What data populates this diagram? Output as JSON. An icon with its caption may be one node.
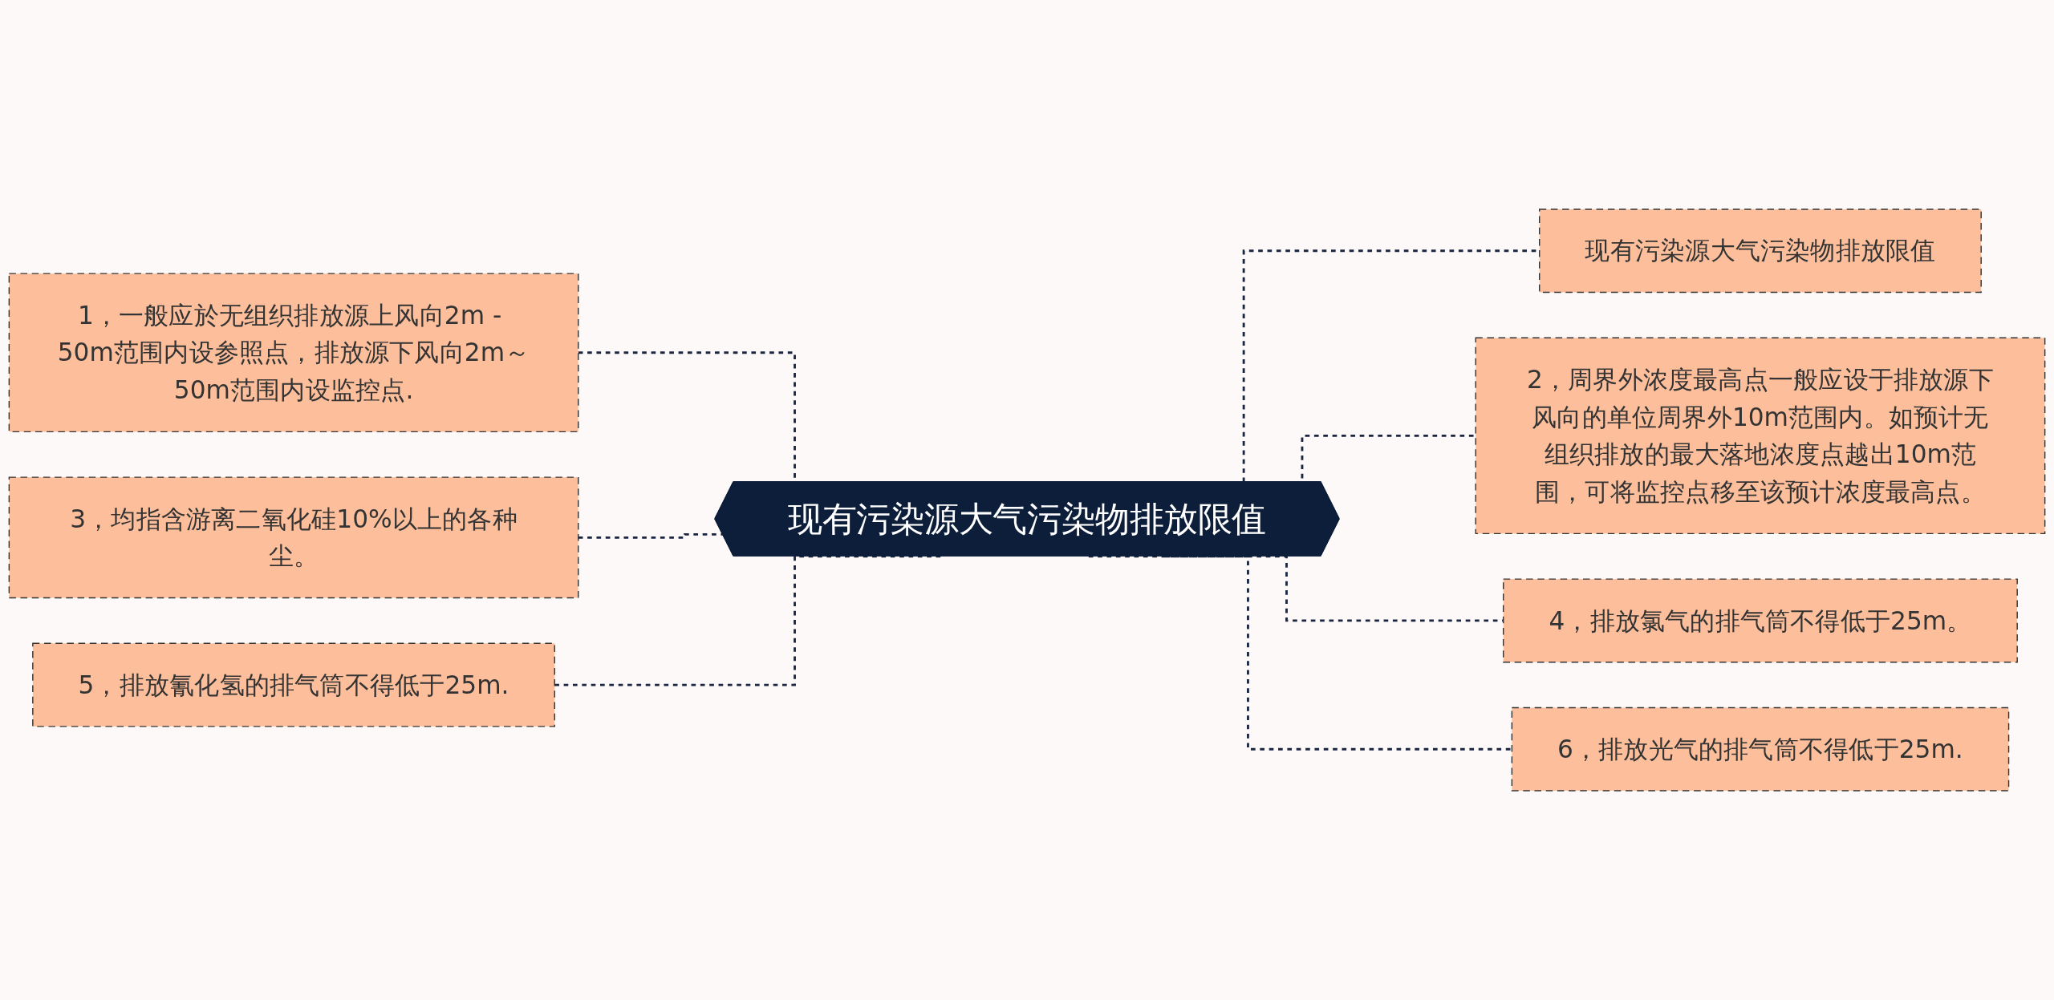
{
  "diagram": {
    "nodes": [
      {
        "text": [
          "现有污染源大气污染物排放限值"
        ]
      },
      {
        "text": [
          "1，一般应於无组织排放源上风向2m - 50m范围内设参照点，排放源下风向2m～50m范围内设监控点."
        ]
      },
      {
        "text": [
          "3，均指含游离二氧化硅10%以上的各种尘。"
        ]
      },
      {
        "text": [
          "5，排放氰化氢的排气筒不得低于25m."
        ]
      },
      {
        "text": [
          "现有污染源大气污染物排放限值"
        ]
      },
      {
        "text": [
          "2，周界外浓度最高点一般应设于排放源下风向的单位周界外10m范围内。如预计无组织排放的最大落地浓度点越出10m范围，可将监控点移至该预计浓度最高点。"
        ]
      },
      {
        "text": [
          "4，排放氯气的排气筒不得低于25m。"
        ]
      },
      {
        "text": [
          "6，排放光气的排气筒不得低于25m."
        ]
      }
    ],
    "edges": [
      {
        "from": 1,
        "to": 0,
        "arrow": "none",
        "style": "dashed"
      },
      {
        "from": 2,
        "to": 0,
        "arrow": "none",
        "style": "dashed"
      },
      {
        "from": 3,
        "to": 0,
        "arrow": "none",
        "style": "dashed"
      },
      {
        "from": 0,
        "to": 4,
        "arrow": "none",
        "style": "dashed"
      },
      {
        "from": 0,
        "to": 5,
        "arrow": "none",
        "style": "dashed"
      },
      {
        "from": 0,
        "to": 6,
        "arrow": "none",
        "style": "dashed"
      },
      {
        "from": 0,
        "to": 7,
        "arrow": "none",
        "style": "dashed"
      }
    ]
  }
}
